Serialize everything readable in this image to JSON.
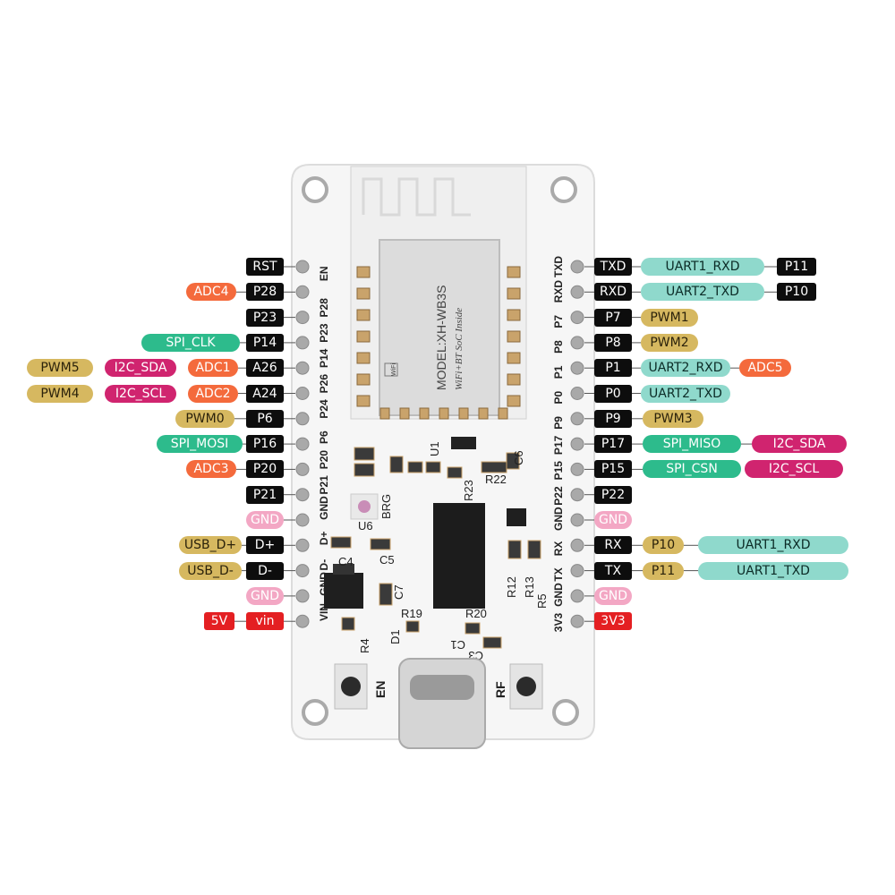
{
  "board": {
    "module_lines": [
      "MODEL:XH-WB3S",
      "WiFi+BT SoC Inside",
      "WiFi"
    ],
    "silk_left": [
      "EN",
      "P28",
      "P23",
      "P14",
      "P26",
      "P24",
      "P6",
      "P20",
      "P21",
      "GND",
      "D+",
      "D-",
      "GND",
      "VIN"
    ],
    "silk_right": [
      "TXD",
      "RXD",
      "P7",
      "P8",
      "P1",
      "P0",
      "P9",
      "P17",
      "P15",
      "P22",
      "GND",
      "RX",
      "TX",
      "GND",
      "3V3"
    ],
    "components": [
      "C6",
      "U1",
      "R23",
      "R22",
      "BRG",
      "U6",
      "C4",
      "C5",
      "C7",
      "R19",
      "R20",
      "R12",
      "R13",
      "R5",
      "R4",
      "D1",
      "C3",
      "C1"
    ],
    "button_labels": [
      "EN",
      "RF"
    ]
  },
  "rows": [
    {
      "left": [
        {
          "t": "RST",
          "c": "black"
        }
      ],
      "right": [
        {
          "t": "TXD",
          "c": "black"
        },
        {
          "t": "UART1_RXD",
          "c": "teal"
        },
        {
          "t": "P11",
          "c": "black"
        }
      ]
    },
    {
      "left": [
        {
          "t": "P28",
          "c": "black"
        },
        {
          "t": "ADC4",
          "c": "orange"
        }
      ],
      "right": [
        {
          "t": "RXD",
          "c": "black"
        },
        {
          "t": "UART2_TXD",
          "c": "teal"
        },
        {
          "t": "P10",
          "c": "black"
        }
      ]
    },
    {
      "left": [
        {
          "t": "P23",
          "c": "black"
        }
      ],
      "right": [
        {
          "t": "P7",
          "c": "black"
        },
        {
          "t": "PWM1",
          "c": "gold"
        }
      ]
    },
    {
      "left": [
        {
          "t": "P14",
          "c": "black"
        },
        {
          "t": "SPI_CLK",
          "c": "green"
        }
      ],
      "right": [
        {
          "t": "P8",
          "c": "black"
        },
        {
          "t": "PWM2",
          "c": "gold"
        }
      ]
    },
    {
      "left": [
        {
          "t": "A26",
          "c": "black"
        },
        {
          "t": "ADC1",
          "c": "orange"
        },
        {
          "t": "I2C_SDA",
          "c": "magenta"
        },
        {
          "t": "PWM5",
          "c": "gold"
        }
      ],
      "right": [
        {
          "t": "P1",
          "c": "black"
        },
        {
          "t": "UART2_RXD",
          "c": "teal"
        },
        {
          "t": "ADC5",
          "c": "orange"
        }
      ]
    },
    {
      "left": [
        {
          "t": "A24",
          "c": "black"
        },
        {
          "t": "ADC2",
          "c": "orange"
        },
        {
          "t": "I2C_SCL",
          "c": "magenta"
        },
        {
          "t": "PWM4",
          "c": "gold"
        }
      ],
      "right": [
        {
          "t": "P0",
          "c": "black"
        },
        {
          "t": "UART2_TXD",
          "c": "teal"
        }
      ]
    },
    {
      "left": [
        {
          "t": "P6",
          "c": "black"
        },
        {
          "t": "PWM0",
          "c": "gold"
        }
      ],
      "right": [
        {
          "t": "P9",
          "c": "black"
        },
        {
          "t": "PWM3",
          "c": "gold"
        }
      ]
    },
    {
      "left": [
        {
          "t": "P16",
          "c": "black"
        },
        {
          "t": "SPI_MOSI",
          "c": "green"
        }
      ],
      "right": [
        {
          "t": "P17",
          "c": "black"
        },
        {
          "t": "SPI_MISO",
          "c": "green"
        },
        {
          "t": "I2C_SDA",
          "c": "magenta"
        }
      ]
    },
    {
      "left": [
        {
          "t": "P20",
          "c": "black"
        },
        {
          "t": "ADC3",
          "c": "orange"
        }
      ],
      "right": [
        {
          "t": "P15",
          "c": "black"
        },
        {
          "t": "SPI_CSN",
          "c": "green"
        },
        {
          "t": "I2C_SCL",
          "c": "magenta"
        }
      ]
    },
    {
      "left": [
        {
          "t": "P21",
          "c": "black"
        }
      ],
      "right": [
        {
          "t": "P22",
          "c": "black"
        }
      ]
    },
    {
      "left": [
        {
          "t": "GND",
          "c": "pink"
        }
      ],
      "right": [
        {
          "t": "GND",
          "c": "pink"
        }
      ]
    },
    {
      "left": [
        {
          "t": "D+",
          "c": "black"
        },
        {
          "t": "USB_D+",
          "c": "gold"
        }
      ],
      "right": [
        {
          "t": "RX",
          "c": "black"
        },
        {
          "t": "P10",
          "c": "gold"
        },
        {
          "t": "UART1_RXD",
          "c": "teal"
        }
      ]
    },
    {
      "left": [
        {
          "t": "D-",
          "c": "black"
        },
        {
          "t": "USB_D-",
          "c": "gold"
        }
      ],
      "right": [
        {
          "t": "TX",
          "c": "black"
        },
        {
          "t": "P11",
          "c": "gold"
        },
        {
          "t": "UART1_TXD",
          "c": "teal"
        }
      ]
    },
    {
      "left": [
        {
          "t": "GND",
          "c": "pink"
        }
      ],
      "right": [
        {
          "t": "GND",
          "c": "pink"
        }
      ]
    },
    {
      "left": [
        {
          "t": "vin",
          "c": "red"
        },
        {
          "t": "5V",
          "c": "red"
        }
      ],
      "right": [
        {
          "t": "3V3",
          "c": "red"
        }
      ]
    }
  ]
}
